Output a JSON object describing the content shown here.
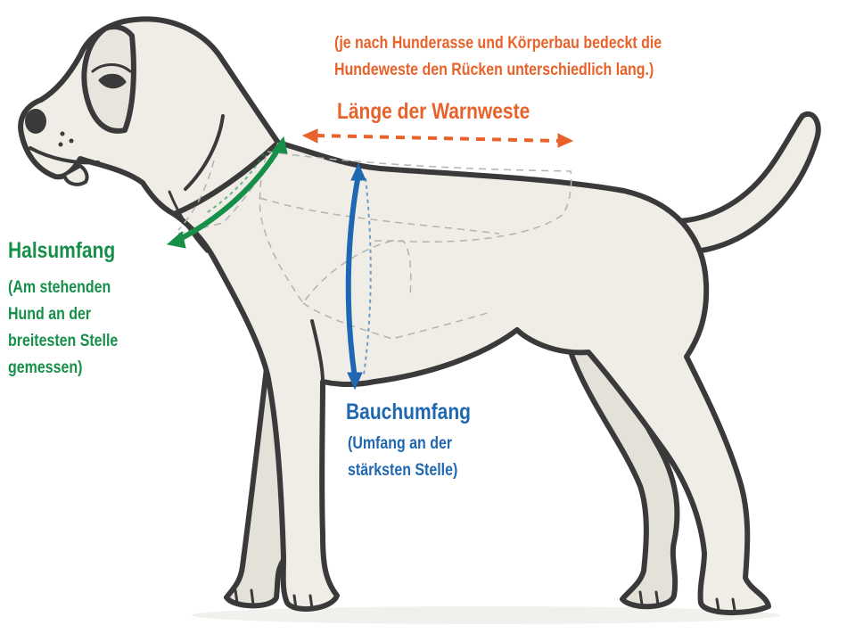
{
  "colors": {
    "orange": "#e8622a",
    "green": "#168f48",
    "blue": "#1f67b1",
    "outline": "#3a3a3a",
    "fur": "#efede6",
    "vest_dash": "#b3b3b3"
  },
  "length": {
    "note_lines": [
      "(je nach Hunderasse  und Körperbau bedeckt die",
      "Hundeweste den Rücken unterschiedlich lang.)"
    ],
    "title": "Länge der Warnweste"
  },
  "neck": {
    "title": "Halsumfang",
    "note_lines": [
      "(Am stehenden",
      "Hund an der",
      "breitesten Stelle",
      "gemessen)"
    ]
  },
  "belly": {
    "title": "Bauchumfang",
    "note_lines": [
      "(Umfang an der",
      "stärksten Stelle)"
    ]
  },
  "icons": {
    "dog": "dog-illustration",
    "vest": "vest-outline",
    "length_arrow": "double-arrow-horizontal",
    "neck_arrow": "arrow-neck",
    "belly_arrow": "arrow-belly"
  }
}
